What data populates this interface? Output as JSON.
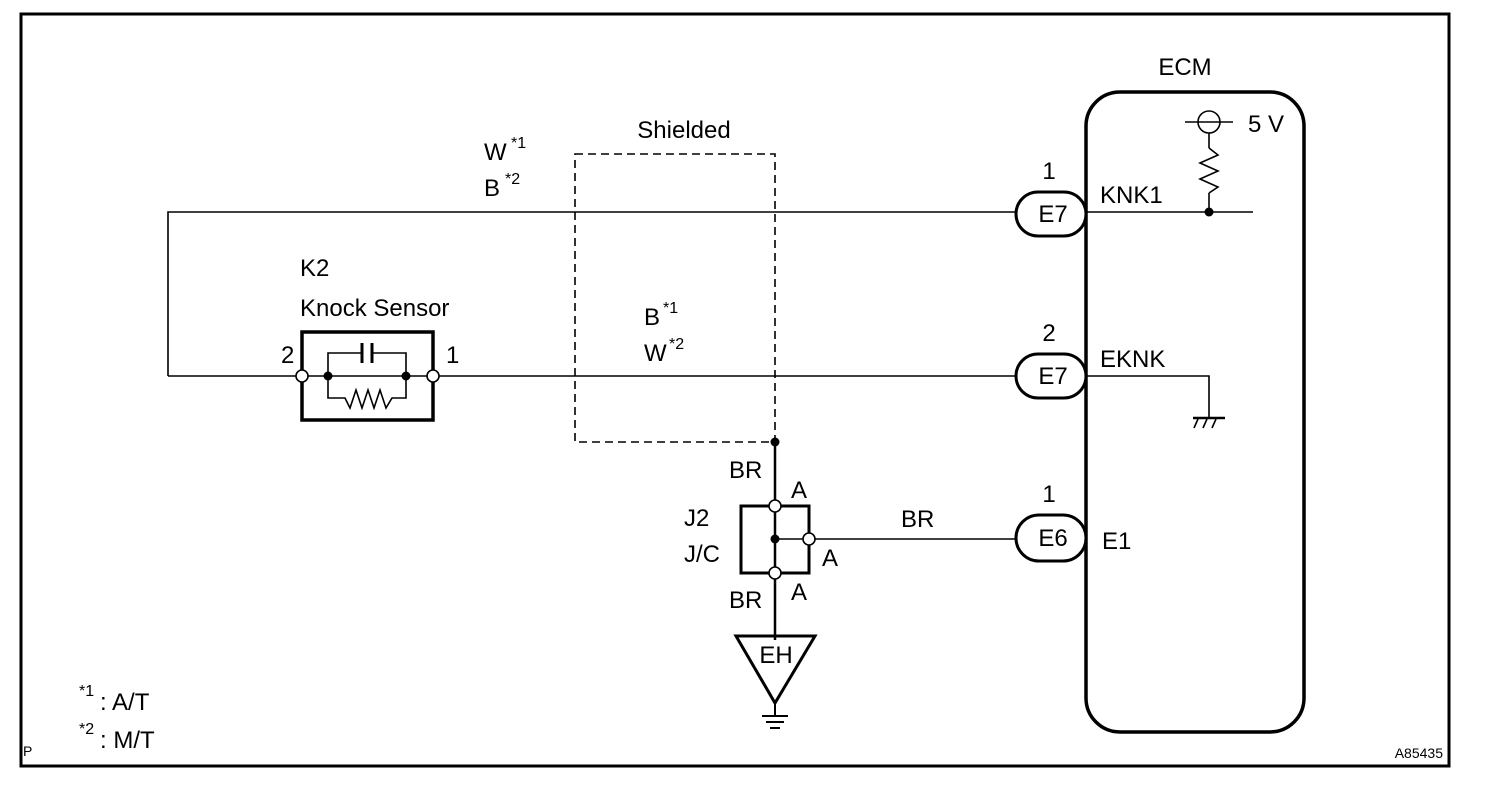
{
  "diagram": {
    "ecm": {
      "title": "ECM",
      "supply": "5 V"
    },
    "shield": {
      "label": "Shielded"
    },
    "sensor": {
      "id": "K2",
      "name": "Knock Sensor",
      "pin_left": "2",
      "pin_right": "1"
    },
    "wire_top": {
      "color_at": "W",
      "note_at": "*1",
      "color_mt": "B",
      "note_mt": "*2"
    },
    "wire_mid": {
      "color_at": "B",
      "note_at": "*1",
      "color_mt": "W",
      "note_mt": "*2"
    },
    "connectors": [
      {
        "pin": "1",
        "code": "E7",
        "terminal": "KNK1"
      },
      {
        "pin": "2",
        "code": "E7",
        "terminal": "EKNK"
      },
      {
        "pin": "1",
        "code": "E6",
        "terminal": "E1"
      }
    ],
    "junction": {
      "id": "J2",
      "type": "J/C",
      "pin_top": "A",
      "pin_right": "A",
      "pin_bottom": "A"
    },
    "wire_br_top": "BR",
    "wire_br_bottom": "BR",
    "wire_br_e6": "BR",
    "ground": {
      "label": "EH"
    },
    "legend": [
      {
        "mark": "*1",
        "text": ": A/T"
      },
      {
        "mark": "*2",
        "text": ": M/T"
      }
    ],
    "corner_mark": "P",
    "figure_id": "A85435"
  }
}
